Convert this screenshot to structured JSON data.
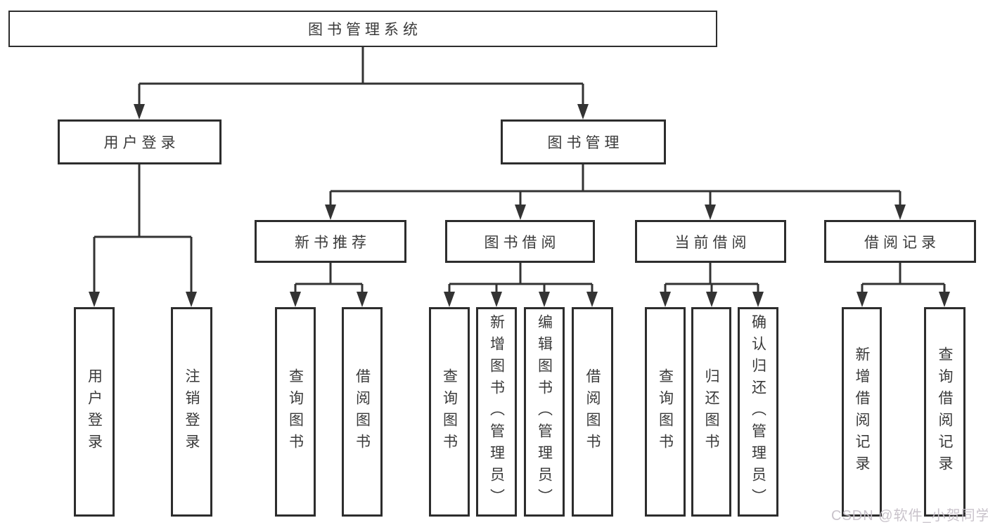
{
  "diagram": {
    "root": {
      "label": "图书管理系统"
    },
    "level2": [
      {
        "label": "用户登录"
      },
      {
        "label": "图书管理"
      }
    ],
    "level3": [
      {
        "label": "新书推荐",
        "parent": "图书管理"
      },
      {
        "label": "图书借阅",
        "parent": "图书管理"
      },
      {
        "label": "当前借阅",
        "parent": "图书管理"
      },
      {
        "label": "借阅记录",
        "parent": "图书管理"
      }
    ],
    "leaves": [
      {
        "label": "用户登录",
        "parent": "用户登录"
      },
      {
        "label": "注销登录",
        "parent": "用户登录"
      },
      {
        "label": "查询图书",
        "parent": "新书推荐"
      },
      {
        "label": "借阅图书",
        "parent": "新书推荐"
      },
      {
        "label": "查询图书",
        "parent": "图书借阅"
      },
      {
        "label": "新增图书（管理员）",
        "parent": "图书借阅"
      },
      {
        "label": "编辑图书（管理员）",
        "parent": "图书借阅"
      },
      {
        "label": "借阅图书",
        "parent": "图书借阅"
      },
      {
        "label": "查询图书",
        "parent": "当前借阅"
      },
      {
        "label": "归还图书",
        "parent": "当前借阅"
      },
      {
        "label": "确认归还（管理员）",
        "parent": "当前借阅"
      },
      {
        "label": "新增借阅记录",
        "parent": "借阅记录"
      },
      {
        "label": "查询借阅记录",
        "parent": "借阅记录"
      }
    ]
  },
  "watermark": {
    "text": "CSDN @软件_小贺同学"
  },
  "colors": {
    "line": "#333333",
    "box_border": "#2d2d2d",
    "text": "#3a3a3a",
    "background": "#ffffff",
    "watermark": "#c6c0c8"
  }
}
